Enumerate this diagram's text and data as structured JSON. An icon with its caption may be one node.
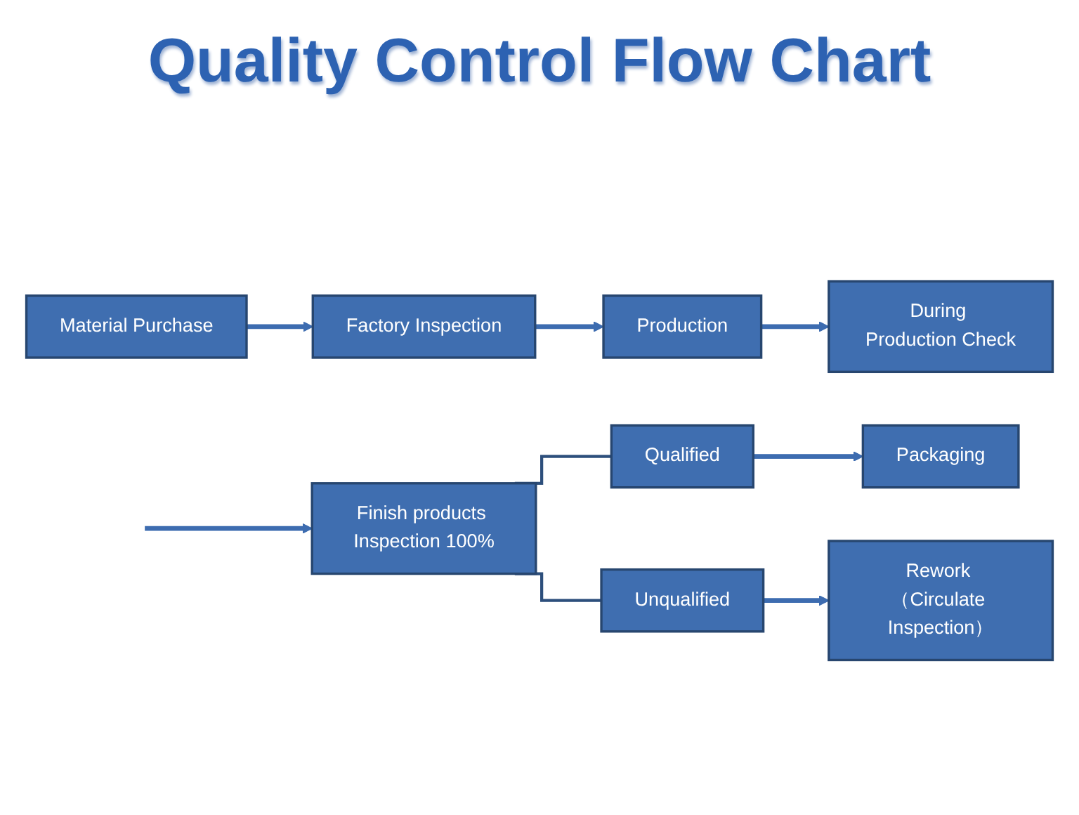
{
  "diagram": {
    "title": "Quality Control Flow Chart",
    "nodes": [
      {
        "text": [
          "Material Purchase"
        ]
      },
      {
        "text": [
          "Factory Inspection"
        ]
      },
      {
        "text": [
          "Production"
        ]
      },
      {
        "text": [
          "During Production Check"
        ]
      },
      {
        "text": [
          "Finish products Inspection 100%"
        ]
      },
      {
        "text": [
          "Qualified"
        ]
      },
      {
        "text": [
          "Packaging"
        ]
      },
      {
        "text": [
          "Unqualified"
        ]
      },
      {
        "text": [
          "Rework （Circulate Inspection）"
        ]
      }
    ],
    "edges": [
      {
        "from": 0,
        "to": 1,
        "arrow": "to"
      },
      {
        "from": 1,
        "to": 2,
        "arrow": "to"
      },
      {
        "from": 2,
        "to": 3,
        "arrow": "to"
      },
      {
        "from": null,
        "to": 4,
        "arrow": "to"
      },
      {
        "from": 4,
        "to": 5,
        "arrow": "none",
        "color": "#2d4f7c"
      },
      {
        "from": 5,
        "to": 6,
        "arrow": "to"
      },
      {
        "from": 4,
        "to": 7,
        "arrow": "none",
        "color": "#2d4f7c"
      },
      {
        "from": 7,
        "to": 8,
        "arrow": "to"
      }
    ]
  }
}
